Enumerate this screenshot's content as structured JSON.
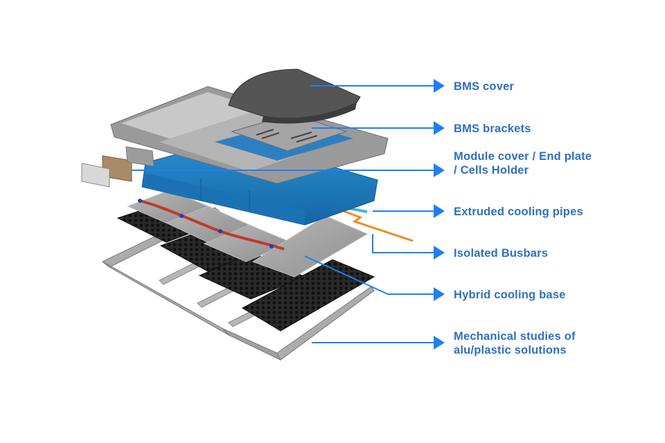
{
  "diagram": {
    "subject": "Exploded view of battery pack assembly",
    "accent_color": "#1e7ff5",
    "label_color": "#2f6fc0",
    "components": [
      {
        "id": "bms-cover",
        "label": "BMS cover"
      },
      {
        "id": "bms-brackets",
        "label": "BMS brackets"
      },
      {
        "id": "module-cover",
        "label": "Module cover / End plate\n/ Cells Holder"
      },
      {
        "id": "cooling-pipes",
        "label": "Extruded cooling pipes"
      },
      {
        "id": "busbars",
        "label": "Isolated Busbars"
      },
      {
        "id": "cooling-base",
        "label": "Hybrid cooling base"
      },
      {
        "id": "mechanical",
        "label": "Mechanical studies of\nalu/plastic solutions"
      }
    ]
  }
}
